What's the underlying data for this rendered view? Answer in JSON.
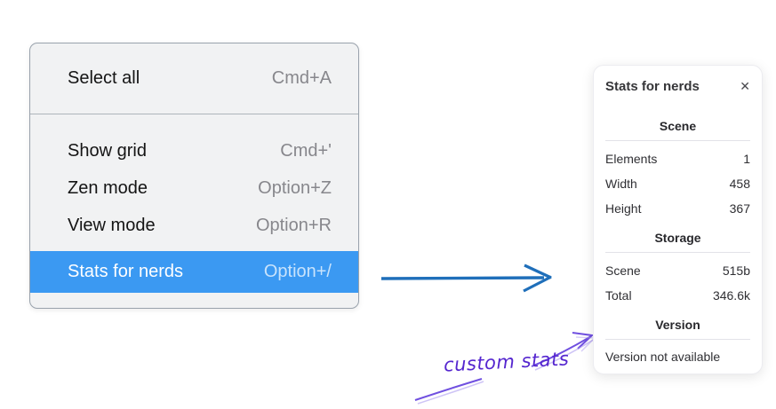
{
  "context_menu": {
    "items": [
      {
        "label": "Select all",
        "shortcut": "Cmd+A",
        "highlighted": false
      },
      {
        "label": "Show grid",
        "shortcut": "Cmd+'",
        "highlighted": false
      },
      {
        "label": "Zen mode",
        "shortcut": "Option+Z",
        "highlighted": false
      },
      {
        "label": "View mode",
        "shortcut": "Option+R",
        "highlighted": false
      },
      {
        "label": "Stats for nerds",
        "shortcut": "Option+/",
        "highlighted": true
      }
    ]
  },
  "stats_panel": {
    "title": "Stats for nerds",
    "close_icon": "✕",
    "sections": [
      {
        "header": "Scene",
        "rows": [
          {
            "label": "Elements",
            "value": "1"
          },
          {
            "label": "Width",
            "value": "458"
          },
          {
            "label": "Height",
            "value": "367"
          }
        ]
      },
      {
        "header": "Storage",
        "rows": [
          {
            "label": "Scene",
            "value": "515b"
          },
          {
            "label": "Total",
            "value": "346.6k"
          }
        ]
      },
      {
        "header": "Version",
        "note": "Version not available"
      }
    ]
  },
  "annotation": {
    "label": "custom stats"
  },
  "colors": {
    "menu_highlight_bg": "#3b99f2",
    "menu_bg": "#f1f2f3",
    "pointer_arrow": "#1f6fba",
    "annotation_stroke": "#7050e0",
    "annotation_stroke_light": "#a694ee",
    "annotation_text": "#5526cf"
  }
}
